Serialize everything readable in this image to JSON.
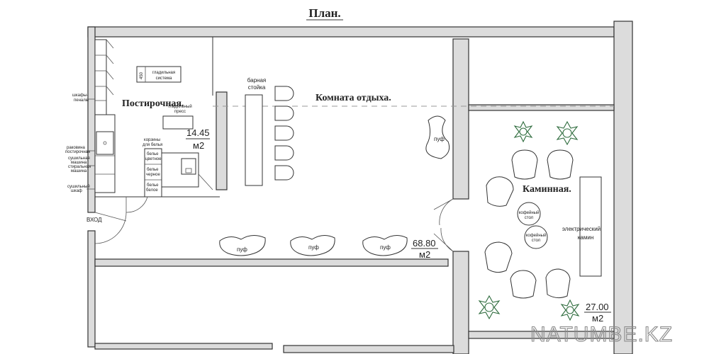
{
  "title": "План.",
  "rooms": {
    "laundry": {
      "name": "Постирочная.",
      "area": "14.45",
      "unit": "м2"
    },
    "lounge": {
      "name": "Комната отдыха.",
      "area": "68.80",
      "unit": "м2"
    },
    "fireplace": {
      "name": "Каминная.",
      "area": "27.00",
      "unit": "м2"
    }
  },
  "labels": {
    "ironing_system": [
      "гладильная",
      "система"
    ],
    "ironing_size": "450",
    "ironing_press": [
      "гладильный",
      "пресс"
    ],
    "cabinets": [
      "шкафы-",
      "пеналы"
    ],
    "sink": [
      "раковина",
      "постирочная"
    ],
    "washer_dryer": [
      "сушильная",
      "машина",
      "стиральная",
      "машина"
    ],
    "drying_cabinet": [
      "сушильный",
      "шкаф"
    ],
    "baskets": [
      "корзины",
      "для белья"
    ],
    "linen_color": [
      "белье",
      "цветное"
    ],
    "linen_black": [
      "белье",
      "черное"
    ],
    "linen_white": [
      "белье",
      "белое"
    ],
    "bar_counter": [
      "барная",
      "стойка"
    ],
    "pouf": "пуф",
    "entrance": "ВХОД",
    "coffee_table": [
      "кофейный",
      "стол"
    ],
    "fireplace_unit": [
      "электрический",
      "камин"
    ]
  },
  "watermark": "NATUMBE.KZ",
  "colors": {
    "walls": "#dcdcdc",
    "lines": "#333333",
    "plants": "#2d6b3c"
  }
}
